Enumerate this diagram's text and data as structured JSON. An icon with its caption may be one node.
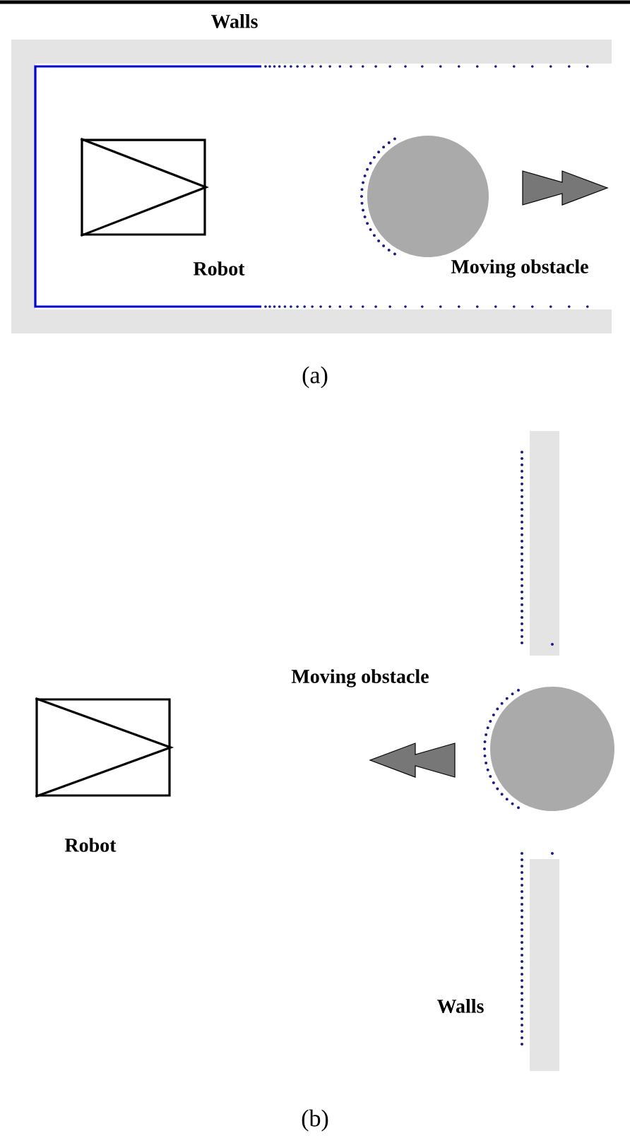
{
  "diagram": {
    "nodes": [
      {
        "text": [],
        "shape": "box",
        "beside": [
          "Robot"
        ]
      },
      {
        "text": [],
        "shape": "circle",
        "beside": [
          "Moving obstacle"
        ]
      },
      {
        "text": [],
        "shape": "box",
        "beside": [
          "Robot"
        ]
      },
      {
        "text": [],
        "shape": "circle",
        "beside": [
          "Moving obstacle"
        ]
      }
    ],
    "labels": [
      "Walls",
      "(a)",
      "Walls",
      "(b)"
    ]
  }
}
